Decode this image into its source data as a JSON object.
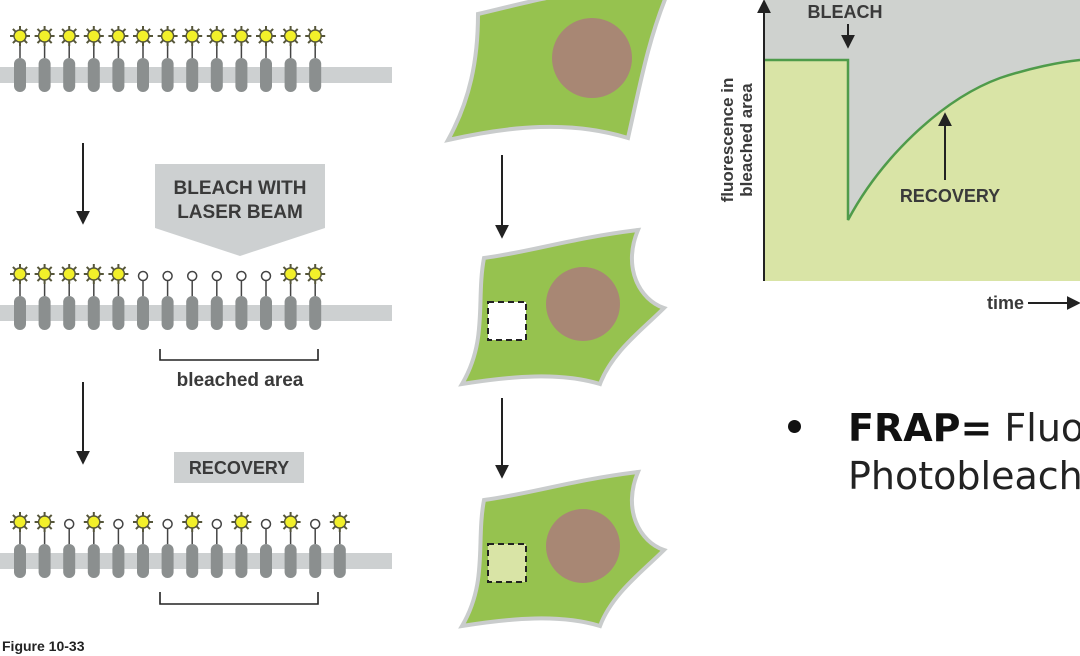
{
  "membrane": {
    "bleach_banner": [
      "BLEACH WITH",
      "LASER BEAM"
    ],
    "bleached_area_label": "bleached area",
    "recovery_banner": "RECOVERY",
    "figure_caption": "Figure 10-33"
  },
  "graph": {
    "bleach_label": "BLEACH",
    "recovery_label": "RECOVERY",
    "y_axis_label": [
      "fluorescence in",
      "bleached area"
    ],
    "x_axis_label": "time"
  },
  "slide": {
    "bullet_bold": "FRAP=",
    "bullet_line1_rest": " Fluorescence Recovery After",
    "bullet_line2": "Photobleaching"
  },
  "colors": {
    "fluor": "#f2f02a",
    "fluor_stroke": "#56563a",
    "protein": "#8b8f8f",
    "bilayer": "#cdd0d1",
    "cell": "#96c24f",
    "nucleus": "#a88774",
    "graph_gray": "#cfd2cf",
    "graph_green": "#d9e4a6",
    "curve": "#4f9b4a",
    "banner": "#cdd0d1"
  },
  "icons": {
    "fluorescent": "sun-star-icon",
    "bleached": "open-circle-icon"
  }
}
